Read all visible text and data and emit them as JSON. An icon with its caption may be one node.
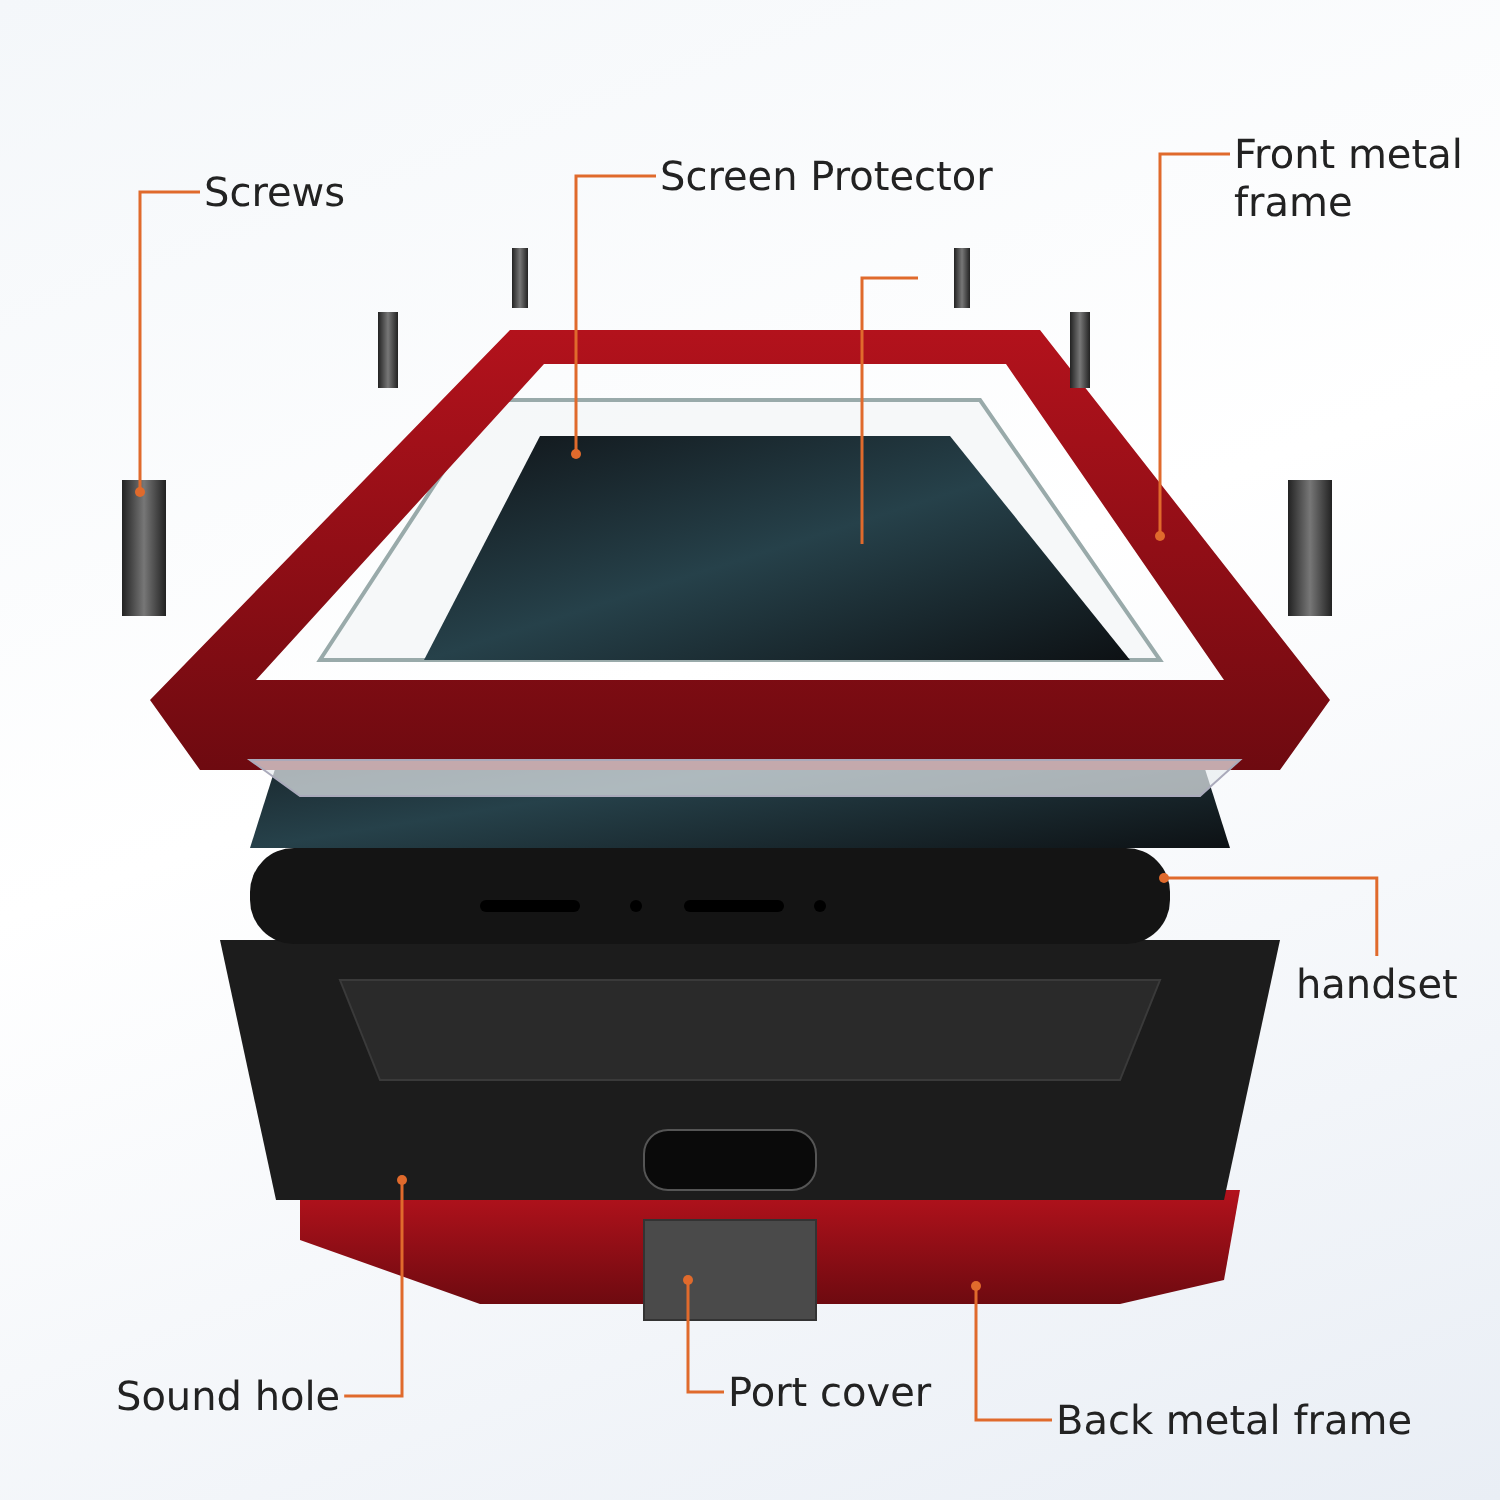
{
  "diagram": {
    "nodes": [
      {
        "text": [
          "Screws"
        ]
      },
      {
        "text": [
          "Screen Protector"
        ]
      },
      {
        "text": [
          "Front metal frame"
        ]
      },
      {
        "text": [
          "handset"
        ]
      },
      {
        "text": [
          "Sound hole"
        ]
      },
      {
        "text": [
          "Port cover"
        ]
      },
      {
        "text": [
          "Back metal frame"
        ]
      }
    ],
    "edges": [
      {
        "from": 0,
        "to": null,
        "arrow": "other"
      },
      {
        "from": 1,
        "to": null,
        "arrow": "other"
      },
      {
        "from": 2,
        "to": null,
        "arrow": "other"
      },
      {
        "from": 3,
        "to": null,
        "arrow": "other"
      },
      {
        "from": 4,
        "to": null,
        "arrow": "other"
      },
      {
        "from": 5,
        "to": null,
        "arrow": "other"
      },
      {
        "from": 6,
        "to": null,
        "arrow": "other"
      }
    ]
  }
}
